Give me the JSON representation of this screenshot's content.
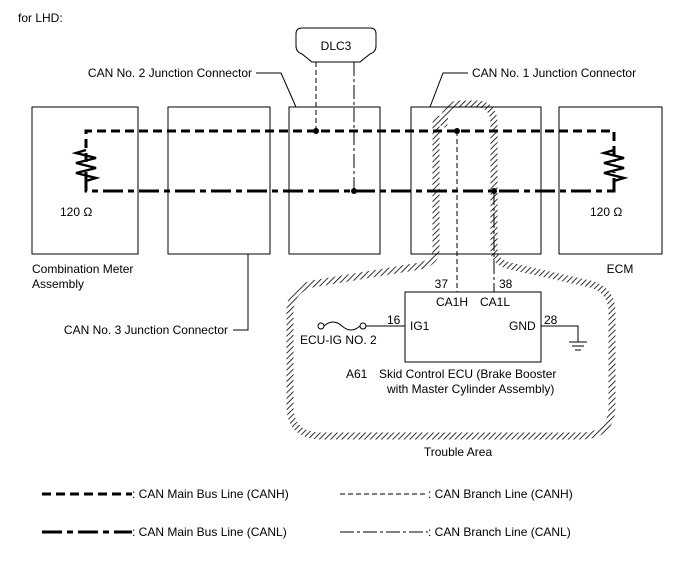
{
  "header": {
    "variant": "for LHD:"
  },
  "connectors": {
    "dlc3": "DLC3",
    "junction_no1": "CAN No. 1 Junction Connector",
    "junction_no2": "CAN No. 2 Junction Connector",
    "junction_no3": "CAN No. 3 Junction Connector"
  },
  "modules": {
    "combination_meter": {
      "line1": "Combination Meter",
      "line2": "Assembly",
      "resistor": "120 Ω"
    },
    "ecm": {
      "label": "ECM",
      "resistor": "120 Ω"
    },
    "skid_ecu": {
      "code": "A61",
      "line1": "Skid Control ECU (Brake Booster",
      "line2": "with Master Cylinder Assembly)",
      "pins": {
        "canh_num": "37",
        "canh_name": "CA1H",
        "canl_num": "38",
        "canl_name": "CA1L",
        "gnd_num": "28",
        "gnd_name": "GND",
        "ig_num": "16",
        "ig_name": "IG1"
      },
      "fuse": "ECU-IG NO. 2"
    }
  },
  "trouble_area": "Trouble Area",
  "legend": {
    "main_canh": ": CAN Main Bus Line (CANH)",
    "branch_canh": ": CAN Branch Line (CANH)",
    "main_canl": ": CAN Main Bus Line (CANL)",
    "branch_canl": ": CAN Branch Line (CANL)"
  }
}
